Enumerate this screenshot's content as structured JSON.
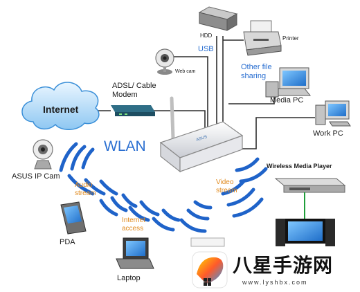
{
  "title": "WLAN",
  "nodes": {
    "internet": "Internet",
    "modem": "ADSL/ Cable\nModem",
    "webcam": "Web cam",
    "hdd": "HDD",
    "usb": "USB",
    "printer": "Printer",
    "file_sharing": "Other file\nsharing",
    "media_pc": "Media PC",
    "work_pc": "Work PC",
    "ip_cam": "ASUS IP Cam",
    "pda": "PDA",
    "laptop": "Laptop",
    "media_player": "Wireless Media Player"
  },
  "streams": {
    "audio": "Audio\nstream",
    "internet_access": "Internet\naccess",
    "video": "Video\nstream"
  },
  "watermark": {
    "name": "八星手游网",
    "url": "www.lyshbx.com"
  },
  "colors": {
    "wave_blue": "#1f63c9",
    "accent_orange": "#e08a1e",
    "cable_line": "#2d2d2d",
    "hdmi_green": "#1f9e3a"
  }
}
